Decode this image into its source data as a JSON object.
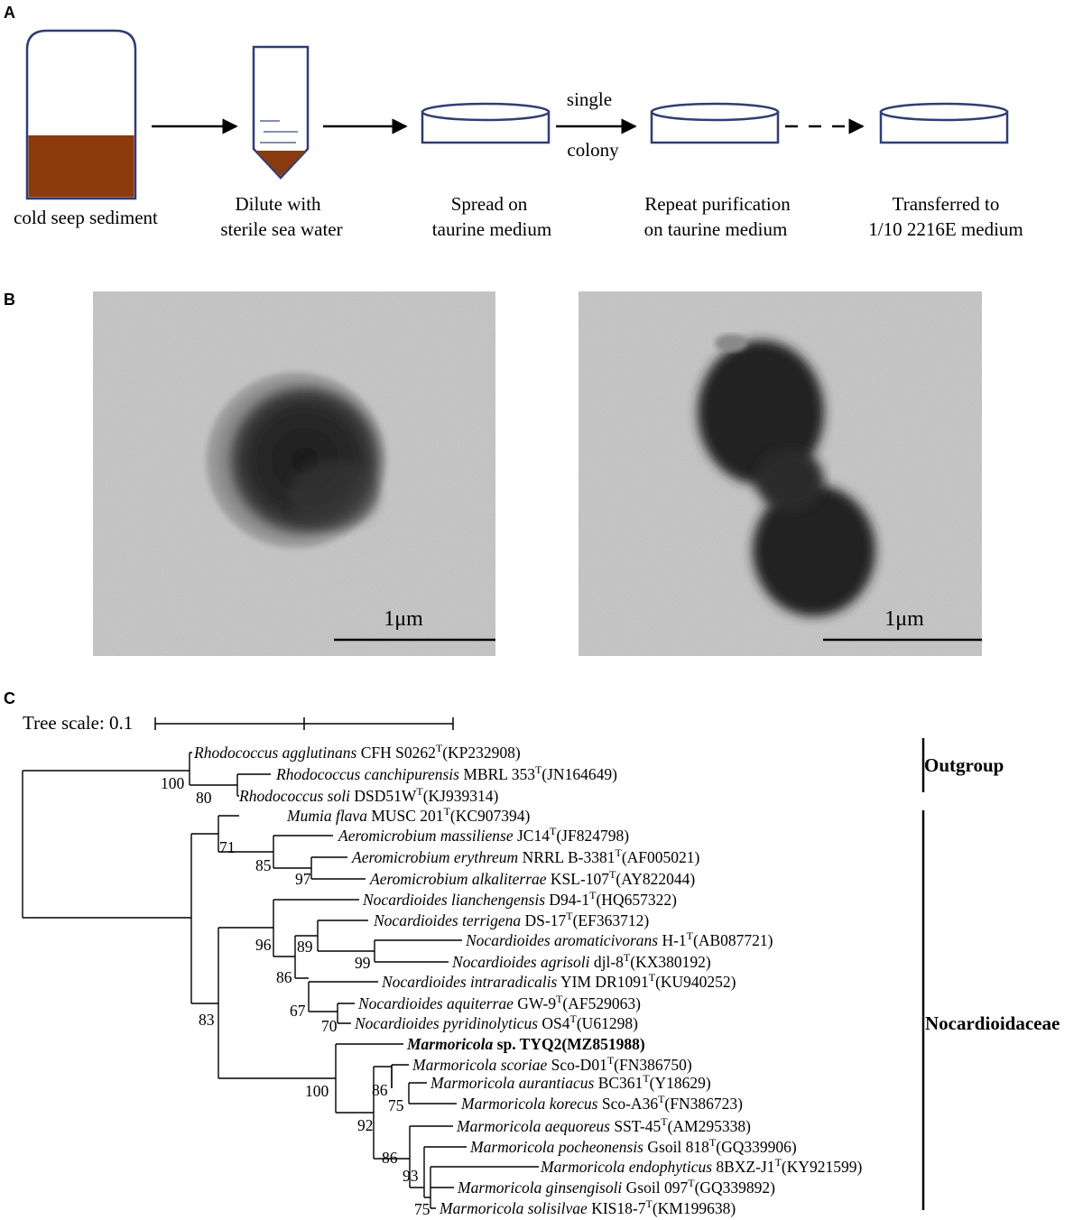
{
  "panels": {
    "a": "A",
    "b": "B",
    "c": "C"
  },
  "workflow": {
    "step1": "cold seep sediment",
    "step2": [
      "Dilute with",
      "sterile sea water"
    ],
    "step3": [
      "Spread on",
      "taurine medium"
    ],
    "arrow_top": "single",
    "arrow_bottom": "colony",
    "step4": [
      "Repeat purification",
      "on taurine medium"
    ],
    "step5": [
      "Transferred to",
      "1/10 2216E medium"
    ],
    "colors": {
      "sediment": "#8B3A0E",
      "outline": "#2F3E73"
    }
  },
  "micrographs": {
    "scale_bar_left": "1μm",
    "scale_bar_right": "1μm"
  },
  "tree": {
    "scale_label": "Tree scale: 0.1",
    "groups": {
      "outgroup": "Outgroup",
      "ingroup": "Nocardioidaceae"
    },
    "taxa": [
      {
        "genus": "Rhodococcus",
        "species": "agglutinans",
        "strain": " CFH S0262",
        "sup": "T",
        "acc": "(KP232908)"
      },
      {
        "genus": "Rhodococcus",
        "species": "canchipurensis",
        "strain": " MBRL 353",
        "sup": "T",
        "acc": "(JN164649)"
      },
      {
        "genus": "Rhodococcus",
        "species": "soli",
        "strain": " DSD51W",
        "sup": "T",
        "acc": "(KJ939314)"
      },
      {
        "genus": "Mumia",
        "species": "flava",
        "strain": " MUSC 201",
        "sup": "T",
        "acc": "(KC907394)"
      },
      {
        "genus": "Aeromicrobium",
        "species": "massiliense",
        "strain": " JC14",
        "sup": "T",
        "acc": "(JF824798)"
      },
      {
        "genus": "Aeromicrobium",
        "species": "erythreum",
        "strain": " NRRL B-3381",
        "sup": "T",
        "acc": "(AF005021)"
      },
      {
        "genus": "Aeromicrobium",
        "species": "alkaliterrae",
        "strain": " KSL-107",
        "sup": "T",
        "acc": "(AY822044)"
      },
      {
        "genus": "Nocardioides",
        "species": "lianchengensis",
        "strain": " D94-1",
        "sup": "T",
        "acc": "(HQ657322)"
      },
      {
        "genus": "Nocardioides",
        "species": "terrigena",
        "strain": " DS-17",
        "sup": "T",
        "acc": "(EF363712)"
      },
      {
        "genus": "Nocardioides",
        "species": "aromaticivorans",
        "strain": " H-1",
        "sup": "T",
        "acc": "(AB087721)"
      },
      {
        "genus": "Nocardioides",
        "species": "agrisoli",
        "strain": " djl-8",
        "sup": "T",
        "acc": "(KX380192)"
      },
      {
        "genus": "Nocardioides",
        "species": "intraradicalis",
        "strain": " YIM DR1091",
        "sup": "T",
        "acc": "(KU940252)"
      },
      {
        "genus": "Nocardioides",
        "species": "aquiterrae",
        "strain": " GW-9",
        "sup": "T",
        "acc": "(AF529063)"
      },
      {
        "genus": "Nocardioides",
        "species": "pyridinolyticus",
        "strain": " OS4",
        "sup": "T",
        "acc": "(U61298)"
      },
      {
        "genus": "Marmoricola",
        "species": "",
        "strain": " sp. TYQ2(MZ851988)",
        "sup": "",
        "acc": "",
        "bold": true
      },
      {
        "genus": "Marmoricola",
        "species": "scoriae",
        "strain": " Sco-D01",
        "sup": "T",
        "acc": "(FN386750)"
      },
      {
        "genus": "Marmoricola",
        "species": "aurantiacus",
        "strain": " BC361",
        "sup": "T",
        "acc": "(Y18629)"
      },
      {
        "genus": "Marmoricola",
        "species": "korecus",
        "strain": " Sco-A36",
        "sup": "T",
        "acc": "(FN386723)"
      },
      {
        "genus": "Marmoricola",
        "species": "aequoreus",
        "strain": " SST-45",
        "sup": "T",
        "acc": "(AM295338)"
      },
      {
        "genus": "Marmoricola",
        "species": "pocheonensis",
        "strain": " Gsoil 818",
        "sup": "T",
        "acc": "(GQ339906)"
      },
      {
        "genus": "Marmoricola",
        "species": "endophyticus",
        "strain": " 8BXZ-J1",
        "sup": "T",
        "acc": "(KY921599)"
      },
      {
        "genus": "Marmoricola",
        "species": "ginsengisoli",
        "strain": " Gsoil 097",
        "sup": "T",
        "acc": "(GQ339892)"
      },
      {
        "genus": "Marmoricola",
        "species": "solisilvae",
        "strain": " KIS18-7",
        "sup": "T",
        "acc": "(KM199638)"
      }
    ],
    "bootstrap": [
      "100",
      "80",
      "71",
      "85",
      "97",
      "96",
      "89",
      "99",
      "86",
      "67",
      "70",
      "83",
      "100",
      "86",
      "75",
      "92",
      "86",
      "93",
      "75"
    ]
  }
}
